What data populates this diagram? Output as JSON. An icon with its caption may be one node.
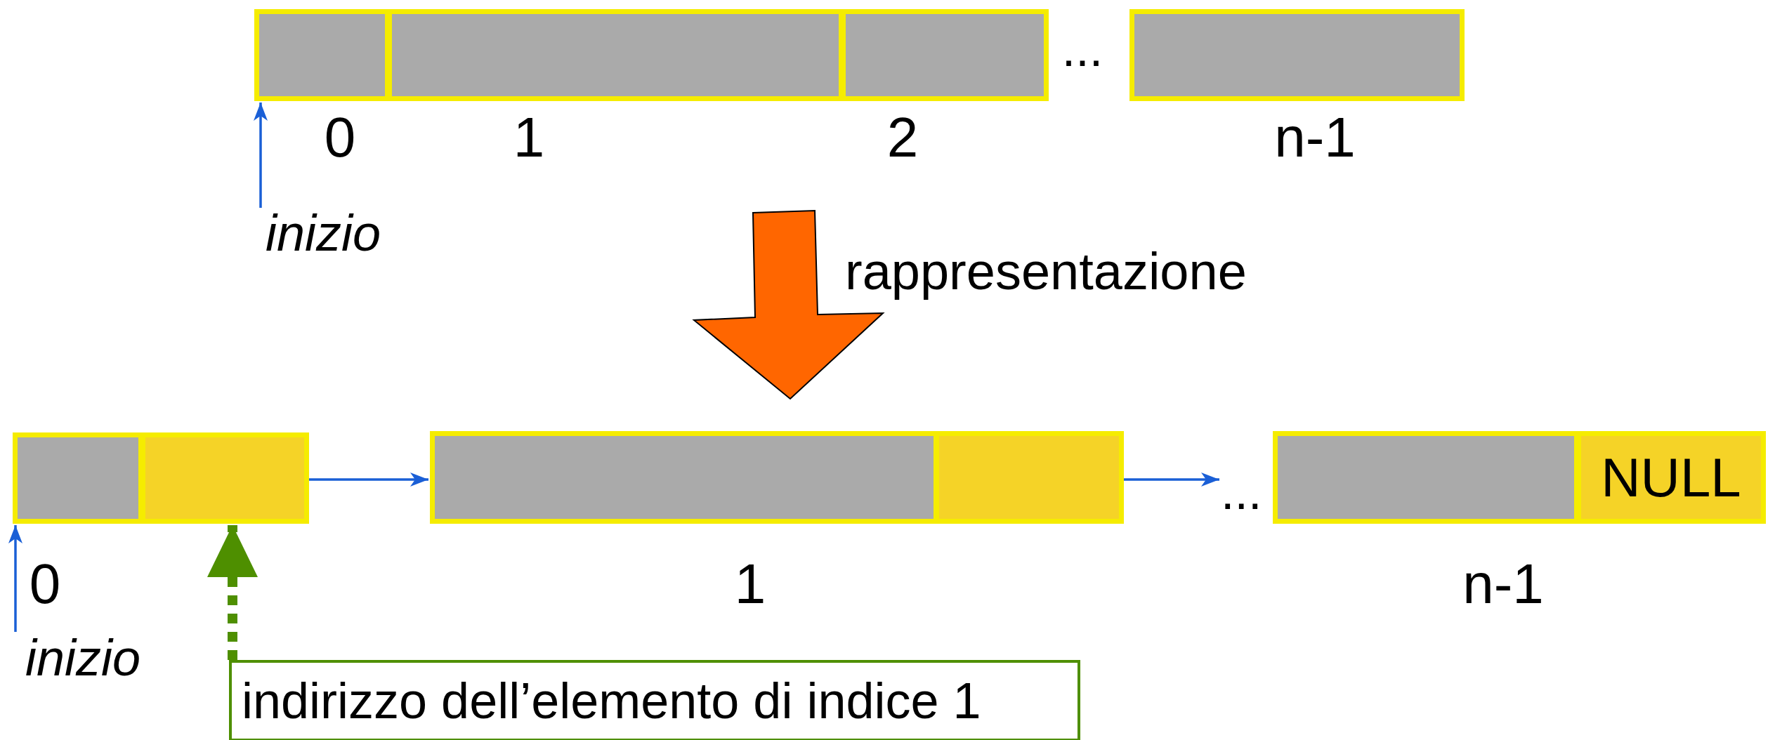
{
  "diagram": {
    "nodes": [
      {
        "text": [],
        "shape": "box",
        "beside": [
          "0"
        ]
      },
      {
        "text": [],
        "shape": "box",
        "beside": [
          "1"
        ]
      },
      {
        "text": [],
        "shape": "box",
        "beside": [
          "2"
        ]
      },
      {
        "text": [],
        "shape": "box",
        "beside": [
          "n-1"
        ]
      },
      {
        "text": [
          "inizio"
        ]
      },
      {
        "text": [],
        "shape": "box",
        "beside": [
          "0"
        ]
      },
      {
        "text": [],
        "shape": "box"
      },
      {
        "text": [],
        "shape": "box",
        "beside": [
          "1"
        ]
      },
      {
        "text": [],
        "shape": "box"
      },
      {
        "text": [
          "..."
        ]
      },
      {
        "text": [],
        "shape": "box",
        "beside": [
          "n-1"
        ]
      },
      {
        "text": [
          "NULL"
        ]
      },
      {
        "text": [
          "inizio"
        ]
      },
      {
        "text": [
          "indirizzo dell’elemento di indice 1"
        ]
      }
    ],
    "edges": [
      {
        "from": 4,
        "to": 0,
        "arrow": "to"
      },
      {
        "from": 6,
        "to": 7,
        "arrow": "to"
      },
      {
        "from": 8,
        "to": 9,
        "arrow": "to"
      },
      {
        "from": 12,
        "to": 5,
        "arrow": "to"
      },
      {
        "from": 13,
        "to": 6,
        "arrow": "to",
        "style": "dashed",
        "color": "#4e8f00"
      }
    ],
    "labels": [
      "...",
      "rappresentazione"
    ]
  }
}
